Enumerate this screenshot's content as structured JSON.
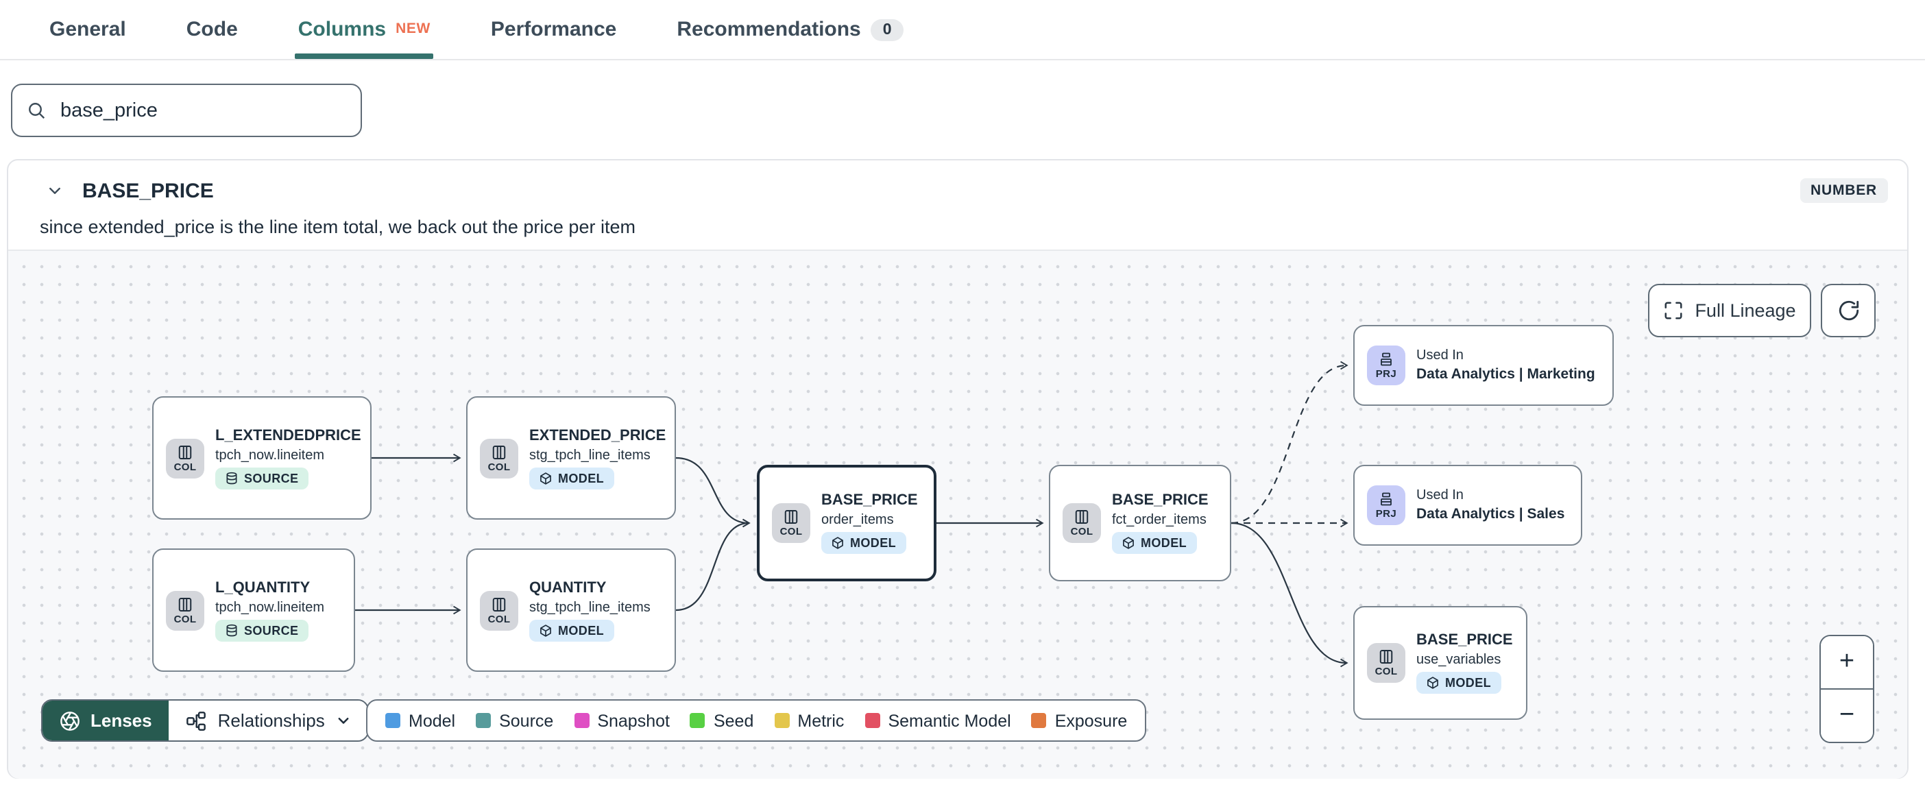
{
  "tabs": {
    "items": [
      {
        "label": "General"
      },
      {
        "label": "Code"
      },
      {
        "label": "Columns",
        "badge": "NEW",
        "active": true
      },
      {
        "label": "Performance"
      },
      {
        "label": "Recommendations",
        "count": "0"
      }
    ]
  },
  "search": {
    "value": "base_price"
  },
  "panel": {
    "title": "BASE_PRICE",
    "type_badge": "NUMBER",
    "description": "since extended_price is the line item total, we back out the price per item"
  },
  "lineage": {
    "full_lineage_label": "Full Lineage",
    "zoom_in_label": "+",
    "zoom_out_label": "−",
    "lenses_label": "Lenses",
    "relationships_label": "Relationships",
    "nodes": [
      {
        "icon_label": "COL",
        "title": "L_EXTENDEDPRICE",
        "subtitle": "tpch_now.lineitem",
        "badge": "SOURCE"
      },
      {
        "icon_label": "COL",
        "title": "L_QUANTITY",
        "subtitle": "tpch_now.lineitem",
        "badge": "SOURCE"
      },
      {
        "icon_label": "COL",
        "title": "EXTENDED_PRICE",
        "subtitle": "stg_tpch_line_items",
        "badge": "MODEL"
      },
      {
        "icon_label": "COL",
        "title": "QUANTITY",
        "subtitle": "stg_tpch_line_items",
        "badge": "MODEL"
      },
      {
        "icon_label": "COL",
        "title": "BASE_PRICE",
        "subtitle": "order_items",
        "badge": "MODEL",
        "selected": true
      },
      {
        "icon_label": "COL",
        "title": "BASE_PRICE",
        "subtitle": "fct_order_items",
        "badge": "MODEL"
      },
      {
        "icon_label": "PRJ",
        "eyebrow": "Used In",
        "title": "Data Analytics | Marketing"
      },
      {
        "icon_label": "PRJ",
        "eyebrow": "Used In",
        "title": "Data Analytics | Sales"
      },
      {
        "icon_label": "COL",
        "title": "BASE_PRICE",
        "subtitle": "use_variables",
        "badge": "MODEL"
      }
    ],
    "legend": [
      {
        "label": "Model",
        "color": "#4e9be1"
      },
      {
        "label": "Source",
        "color": "#579b9b"
      },
      {
        "label": "Snapshot",
        "color": "#df4fc3"
      },
      {
        "label": "Seed",
        "color": "#58d043"
      },
      {
        "label": "Metric",
        "color": "#e3c64c"
      },
      {
        "label": "Semantic Model",
        "color": "#e25062"
      },
      {
        "label": "Exposure",
        "color": "#e0793f"
      }
    ]
  },
  "colors": {
    "accent_teal": "#35726d",
    "new_badge": "#ed7152",
    "lenses_bg": "#275a50",
    "col_badge_bg": "#d4d6db",
    "prj_badge_bg": "#c7ccf8",
    "model_pill_bg": "#d9ecfb",
    "source_pill_bg": "#d8f2e7",
    "number_badge_bg": "#eef0f2"
  }
}
